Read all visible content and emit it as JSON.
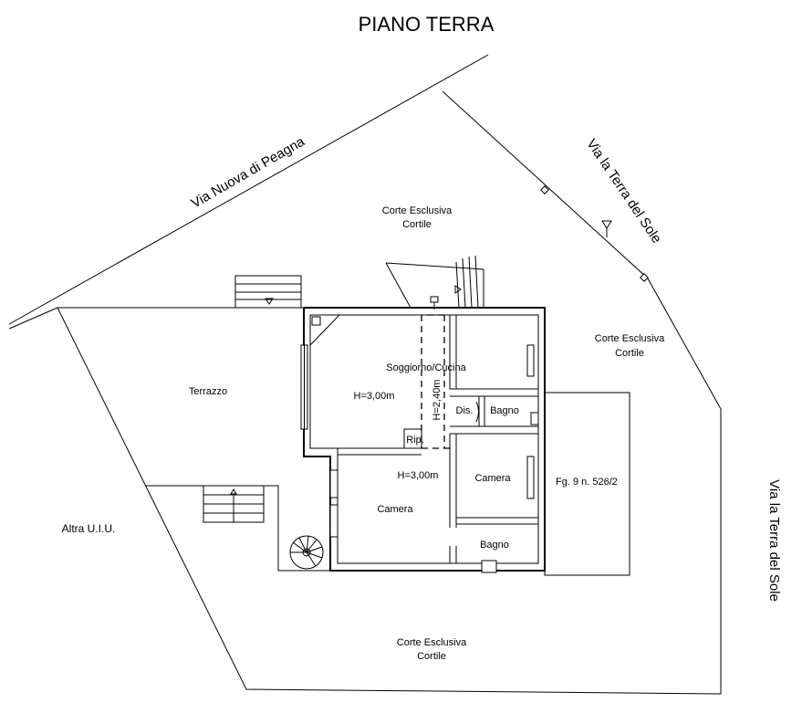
{
  "title": "PIANO TERRA",
  "roads": {
    "north": "Via Nuova di Peagna",
    "east_upper": "Via la Terra del Sole",
    "east_lower": "Via la Terra del Sole"
  },
  "areas": {
    "corte_north": [
      "Corte Esclusiva",
      "Cortile"
    ],
    "corte_east": [
      "Corte Esclusiva",
      "Cortile"
    ],
    "corte_south": [
      "Corte Esclusiva",
      "Cortile"
    ],
    "terrazzo": "Terrazzo",
    "altra_uiu": "Altra U.I.U.",
    "parcel": "Fg. 9 n. 526/2"
  },
  "rooms": {
    "soggiorno": "Soggiorno/Cucina",
    "soggiorno_height": "H=3,00m",
    "corridor_height": "H=2,40m",
    "dis": "Dis.",
    "bagno_upper": "Bagno",
    "rip": "Rip.",
    "camera_left_height": "H=3,00m",
    "camera_right": "Camera",
    "camera_left": "Camera",
    "bagno_lower": "Bagno"
  }
}
